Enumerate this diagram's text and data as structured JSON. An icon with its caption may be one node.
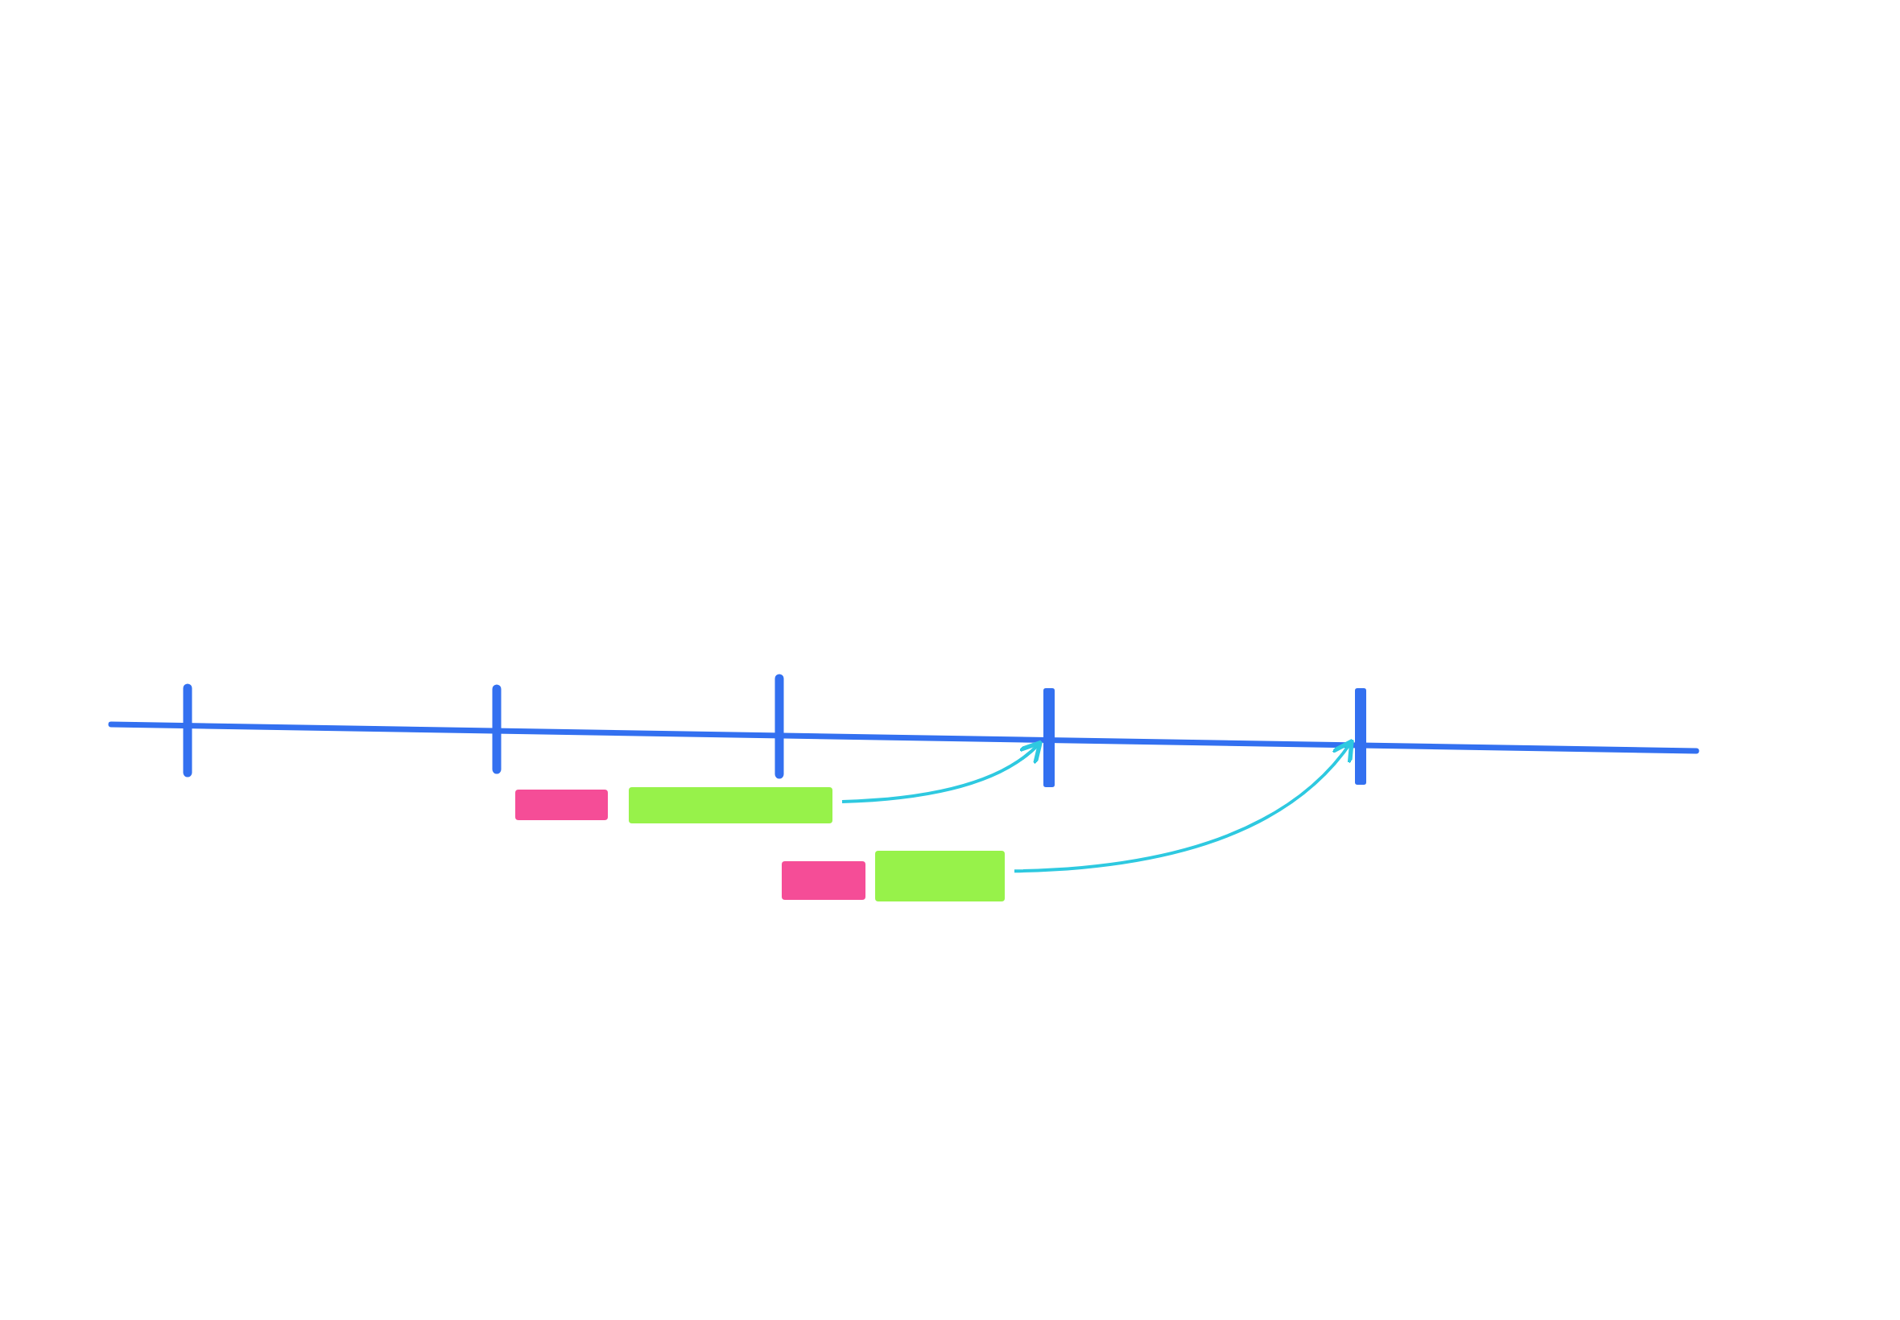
{
  "diagram": {
    "nodes": [
      {
        "text": [],
        "shape": "bar"
      },
      {
        "text": [],
        "shape": "bar"
      },
      {
        "text": [],
        "shape": "bar"
      },
      {
        "text": [],
        "shape": "bar"
      },
      {
        "text": [],
        "shape": "line"
      },
      {
        "text": [],
        "shape": "line"
      }
    ],
    "edges": [
      {
        "from": 1,
        "to": 4,
        "arrow": "to"
      },
      {
        "from": 3,
        "to": 5,
        "arrow": "to"
      }
    ]
  }
}
